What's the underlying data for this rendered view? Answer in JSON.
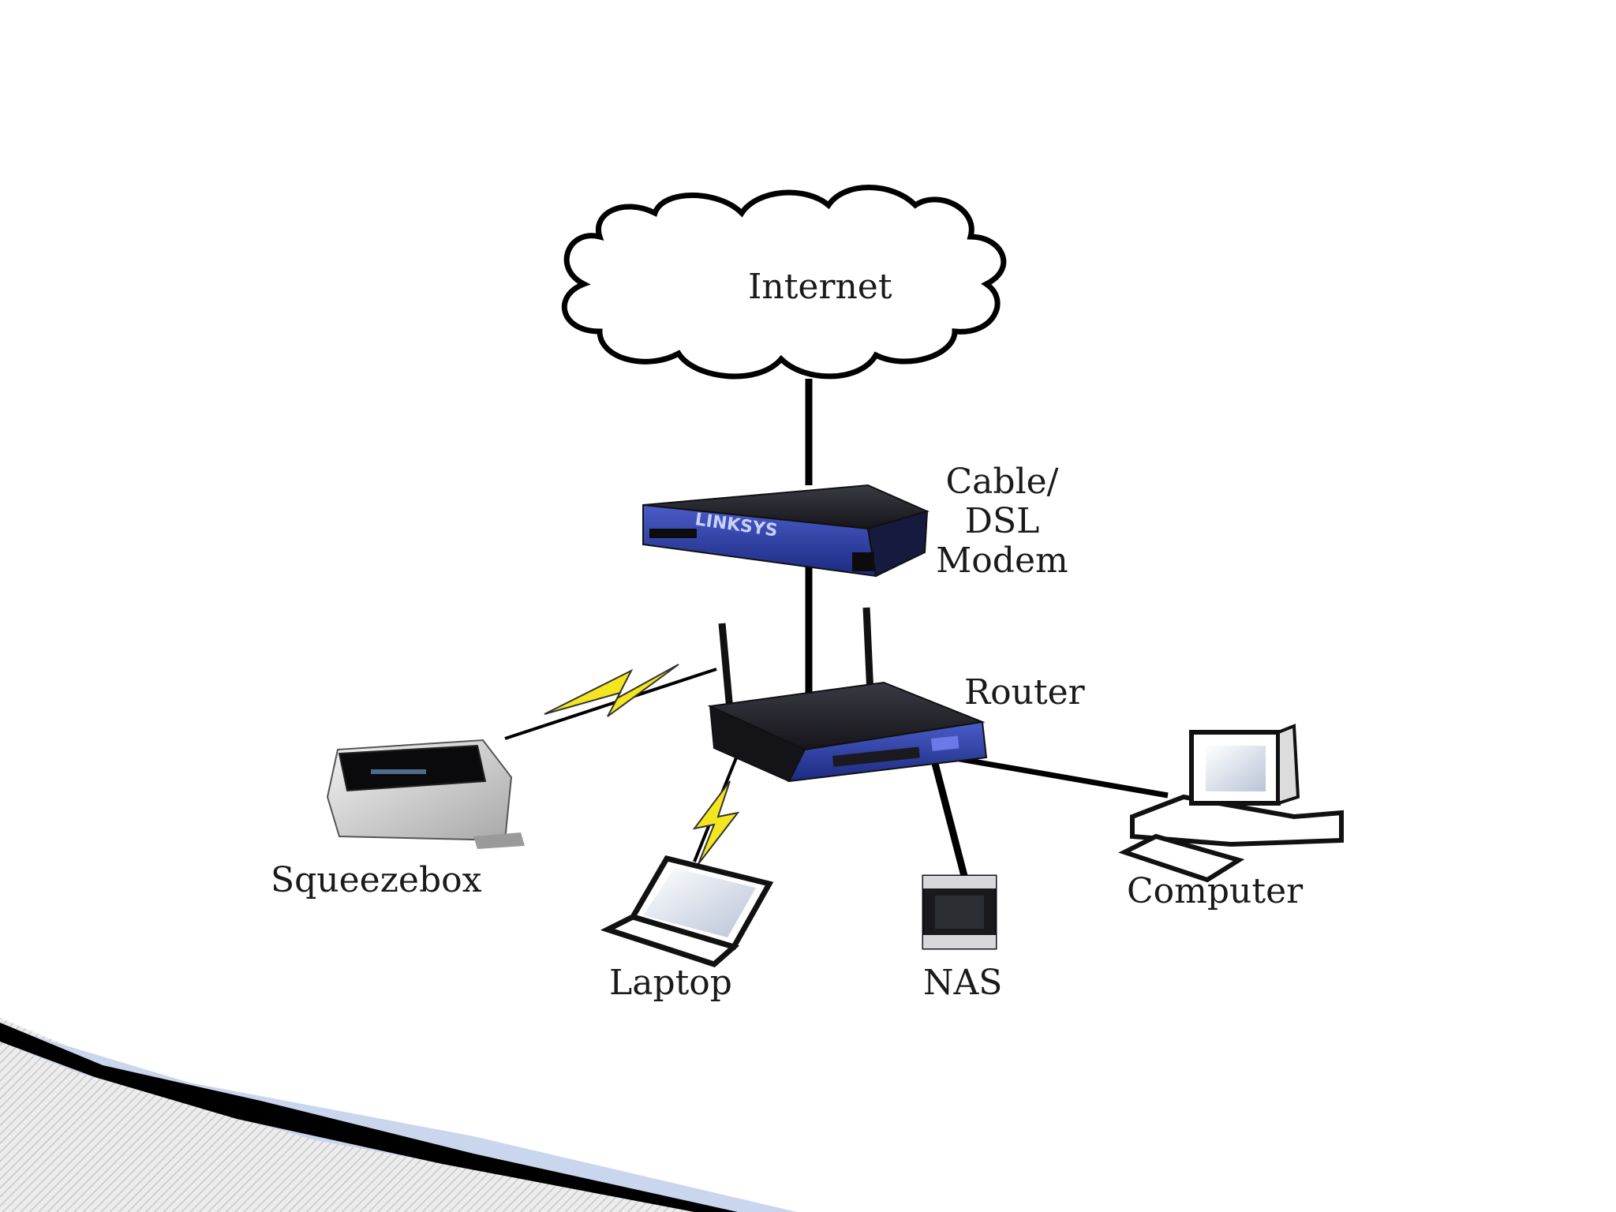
{
  "nodes": {
    "internet": "Internet",
    "modem": [
      "Cable/",
      "DSL",
      "Modem"
    ],
    "router": "Router",
    "squeezebox": "Squeezebox",
    "laptop": "Laptop",
    "nas": "NAS",
    "computer": "Computer"
  },
  "colors": {
    "device_blue": "#2a3a9e",
    "device_dark": "#1e1e24",
    "wireless": "#f4e61e",
    "link": "#000000",
    "corner_dark": "#000000",
    "corner_light": "#c9d6ee"
  }
}
